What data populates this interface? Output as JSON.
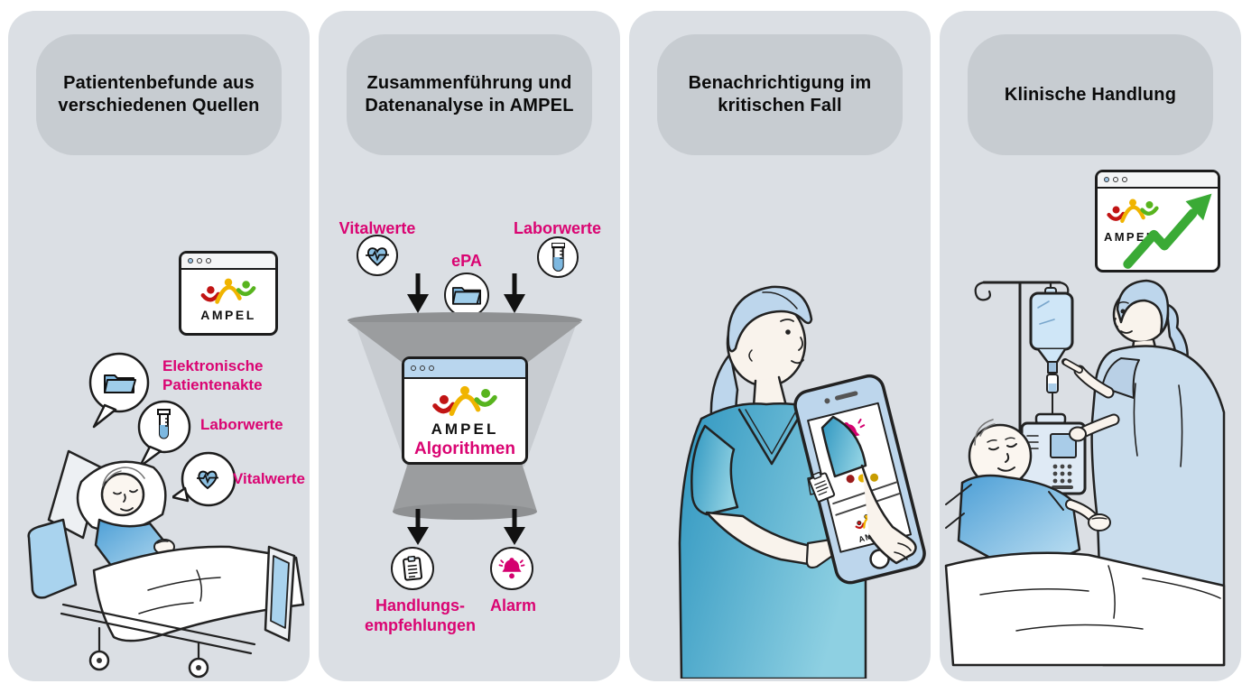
{
  "brand": {
    "name": "AMPEL"
  },
  "colors": {
    "page_bg": "#ffffff",
    "panel_bg": "#dbdfe4",
    "header_bg": "#c7ccd1",
    "accent_pink": "#da0472",
    "illustration_blue": "#8fc2e4",
    "pale_blue": "#bdd6ec",
    "funnel_gray": "#9b9d9f",
    "logo_red": "#c11414",
    "logo_yellow": "#f0b400",
    "logo_green": "#58b41e",
    "trend_green": "#3aaa35",
    "ink": "#1c1c1c"
  },
  "panels": [
    {
      "id": "patient-data-sources",
      "title_lines": [
        "Patientenbefunde aus",
        "verschiedenen Quellen"
      ],
      "window": {
        "logo_text": "AMPEL"
      },
      "bubbles": [
        {
          "icon": "folder-icon",
          "lines": [
            "Elektronische",
            "Patientenakte"
          ]
        },
        {
          "icon": "test-tube-icon",
          "lines": [
            "Laborwerte"
          ]
        },
        {
          "icon": "heart-ecg-icon",
          "lines": [
            "Vitalwerte"
          ]
        }
      ],
      "illustration": "patient-in-hospital-bed"
    },
    {
      "id": "data-merge-analysis",
      "title_lines": [
        "Zusammenführung und",
        "Datenanalyse in AMPEL"
      ],
      "inputs": [
        {
          "icon": "heart-ecg-icon",
          "label": "Vitalwerte"
        },
        {
          "icon": "folder-icon",
          "label": "ePA"
        },
        {
          "icon": "test-tube-icon",
          "label": "Laborwerte"
        }
      ],
      "window": {
        "logo_text": "AMPEL",
        "subtitle": "Algorithmen"
      },
      "outputs": [
        {
          "icon": "clipboard-icon",
          "lines": [
            "Handlungs-",
            "empfehlungen"
          ]
        },
        {
          "icon": "alarm-bell-icon",
          "lines": [
            "Alarm"
          ]
        }
      ]
    },
    {
      "id": "critical-notification",
      "title_lines": [
        "Benachrichtigung im",
        "kritischen Fall"
      ],
      "phone": {
        "logo_text": "AMPEL",
        "alert_icon": "alarm-bell-icon",
        "status_dot_colors": [
          "#9b1b1b",
          "#e3af00",
          "#c79c00"
        ]
      },
      "illustration": "nurse-with-smartphone"
    },
    {
      "id": "clinical-action",
      "title_lines": [
        "Klinische Handlung"
      ],
      "window": {
        "logo_text": "AMPEL",
        "trend_icon": "rising-arrow-icon"
      },
      "illustration": "nurse-adjusting-infusion-pump-at-patient-bed"
    }
  ]
}
